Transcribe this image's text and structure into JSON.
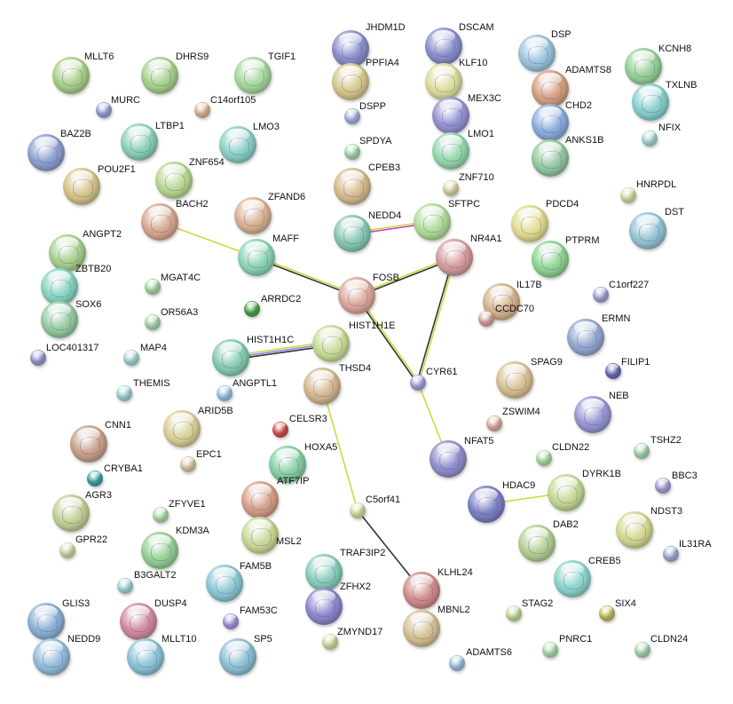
{
  "nodes": [
    {
      "label": "MLLT6",
      "color": "#a8d08a"
    },
    {
      "label": "DHRS9",
      "color": "#a8d08a"
    },
    {
      "label": "TGIF1",
      "color": "#a8d8a0"
    },
    {
      "label": "JHDM1D",
      "color": "#8a90cc"
    },
    {
      "label": "DSCAM",
      "color": "#8a90cc"
    },
    {
      "label": "DSP",
      "color": "#9cc4dc"
    },
    {
      "label": "KCNH8",
      "color": "#96d098"
    },
    {
      "label": "PPFIA4",
      "color": "#d4c88c"
    },
    {
      "label": "KLF10",
      "color": "#dcdc9c"
    },
    {
      "label": "ADAMTS8",
      "color": "#d4a080"
    },
    {
      "label": "TXLNB",
      "color": "#88d0cc"
    },
    {
      "label": "MEX3C",
      "color": "#9494d0"
    },
    {
      "label": "CHD2",
      "color": "#8cacdc"
    },
    {
      "label": "BAZ2B",
      "color": "#8ca0d0"
    },
    {
      "label": "LTBP1",
      "color": "#8cd0b8"
    },
    {
      "label": "LMO3",
      "color": "#8cd0c8"
    },
    {
      "label": "LMO1",
      "color": "#94d8ac"
    },
    {
      "label": "ANKS1B",
      "color": "#94c8a0"
    },
    {
      "label": "POU2F1",
      "color": "#d4c488"
    },
    {
      "label": "ZNF654",
      "color": "#b8d890"
    },
    {
      "label": "CPEB3",
      "color": "#d4bc8c"
    },
    {
      "label": "BACH2",
      "color": "#d8a890"
    },
    {
      "label": "ZFAND6",
      "color": "#d8b494"
    },
    {
      "label": "NEDD4",
      "color": "#88c8b4"
    },
    {
      "label": "SFTPC",
      "color": "#b0dc98"
    },
    {
      "label": "PDCD4",
      "color": "#e0dc90"
    },
    {
      "label": "DST",
      "color": "#94c4d4"
    },
    {
      "label": "ANGPT2",
      "color": "#a8d090"
    },
    {
      "label": "MAFF",
      "color": "#8cd4b4"
    },
    {
      "label": "NR4A1",
      "color": "#d49c9c"
    },
    {
      "label": "PTPRM",
      "color": "#90d494"
    },
    {
      "label": "ZBTB20",
      "color": "#88d4c0"
    },
    {
      "label": "FOSB",
      "color": "#dca89c"
    },
    {
      "label": "IL17B",
      "color": "#d4b48c"
    },
    {
      "label": "SOX6",
      "color": "#94cca0"
    },
    {
      "label": "ERMN",
      "color": "#94a8d0"
    },
    {
      "label": "HIST1H1C",
      "color": "#88ccb0"
    },
    {
      "label": "HIST1H1E",
      "color": "#c8dc98"
    },
    {
      "label": "THSD4",
      "color": "#d4b890"
    },
    {
      "label": "SPAG9",
      "color": "#d8c094"
    },
    {
      "label": "NEB",
      "color": "#9898d4"
    },
    {
      "label": "CNN1",
      "color": "#c8a08c"
    },
    {
      "label": "ARID5B",
      "color": "#d8d094"
    },
    {
      "label": "NFAT5",
      "color": "#9090cc"
    },
    {
      "label": "HOXA5",
      "color": "#88d0a4"
    },
    {
      "label": "HDAC9",
      "color": "#7c80c4"
    },
    {
      "label": "DYRK1B",
      "color": "#c4d894"
    },
    {
      "label": "AGR3",
      "color": "#c0d094"
    },
    {
      "label": "NDST3",
      "color": "#d4d890"
    },
    {
      "label": "KDM3A",
      "color": "#94d094"
    },
    {
      "label": "DAB2",
      "color": "#b4d094"
    },
    {
      "label": "ATF7IP",
      "color": "#d4a088"
    },
    {
      "label": "MSL2",
      "color": "#c8d894"
    },
    {
      "label": "CREB5",
      "color": "#8cd4cc"
    },
    {
      "label": "TRAF3IP2",
      "color": "#88ccbc"
    },
    {
      "label": "ZFHX2",
      "color": "#8c88cc"
    },
    {
      "label": "FAM5B",
      "color": "#8cc8d4"
    },
    {
      "label": "KLHL24",
      "color": "#d08c8c"
    },
    {
      "label": "GLIS3",
      "color": "#8cb0d4"
    },
    {
      "label": "DUSP4",
      "color": "#d08ca0"
    },
    {
      "label": "MBNL2",
      "color": "#d4c094"
    },
    {
      "label": "NEDD9",
      "color": "#94bcdc"
    },
    {
      "label": "MLLT10",
      "color": "#8cc4d4"
    },
    {
      "label": "SP5",
      "color": "#8cc0d4"
    },
    {
      "label": "MURC",
      "color": "#a0a4d8"
    },
    {
      "label": "C14orf105",
      "color": "#e4b894"
    },
    {
      "label": "NFIX",
      "color": "#a8dcdc"
    },
    {
      "label": "DSPP",
      "color": "#a4b8e0"
    },
    {
      "label": "SPDYA",
      "color": "#a8dcb0"
    },
    {
      "label": "ZNF710",
      "color": "#e0d8a8"
    },
    {
      "label": "HNRPDL",
      "color": "#dce0a0"
    },
    {
      "label": "C1orf227",
      "color": "#a4a8e0"
    },
    {
      "label": "MGAT4C",
      "color": "#a8dca8"
    },
    {
      "label": "ARRDC2",
      "color": "#50a850"
    },
    {
      "label": "OR56A3",
      "color": "#a8dcb0"
    },
    {
      "label": "CCDC70",
      "color": "#dca8a0"
    },
    {
      "label": "MAP4",
      "color": "#a8dcdc"
    },
    {
      "label": "FILIP1",
      "color": "#6c70c0"
    },
    {
      "label": "THEMIS",
      "color": "#a8d8dc"
    },
    {
      "label": "ANGPTL1",
      "color": "#a0c8e4"
    },
    {
      "label": "CYR61",
      "color": "#a4a8dc"
    },
    {
      "label": "ZSWIM4",
      "color": "#e0b0a0"
    },
    {
      "label": "CELSR3",
      "color": "#d85050"
    },
    {
      "label": "TSHZ2",
      "color": "#a8dcb0"
    },
    {
      "label": "EPC1",
      "color": "#e0cca4"
    },
    {
      "label": "CLDN22",
      "color": "#b0e0a8"
    },
    {
      "label": "CRYBA1",
      "color": "#40a8a0"
    },
    {
      "label": "BBC3",
      "color": "#a8a4dc"
    },
    {
      "label": "C5orf41",
      "color": "#dce0a8"
    },
    {
      "label": "ZFYVE1",
      "color": "#b0e0a8"
    },
    {
      "label": "GPR22",
      "color": "#d4dca8"
    },
    {
      "label": "IL31RA",
      "color": "#a4acdc"
    },
    {
      "label": "B3GALT2",
      "color": "#a8d8e0"
    },
    {
      "label": "FAM53C",
      "color": "#a898dc"
    },
    {
      "label": "STAG2",
      "color": "#c4e0a0"
    },
    {
      "label": "SIX4",
      "color": "#c8c060"
    },
    {
      "label": "ZMYND17",
      "color": "#d8dca4"
    },
    {
      "label": "PNRC1",
      "color": "#b0e0b0"
    },
    {
      "label": "CLDN24",
      "color": "#a8dcb8"
    },
    {
      "label": "ADAMTS6",
      "color": "#a0c4e4"
    },
    {
      "label": "LOC401317",
      "color": "#9c9cd8"
    }
  ],
  "edges": [
    {
      "from": "BACH2",
      "to": "MAFF",
      "colors": [
        "#c8dc40"
      ]
    },
    {
      "from": "MAFF",
      "to": "FOSB",
      "colors": [
        "#c8dc40",
        "#333333"
      ]
    },
    {
      "from": "NEDD4",
      "to": "SFTPC",
      "colors": [
        "#c8dc40",
        "#d040c8"
      ]
    },
    {
      "from": "FOSB",
      "to": "NR4A1",
      "colors": [
        "#c8dc40",
        "#333333"
      ]
    },
    {
      "from": "NR4A1",
      "to": "CYR61",
      "colors": [
        "#c8dc40",
        "#333333"
      ]
    },
    {
      "from": "FOSB",
      "to": "CYR61",
      "colors": [
        "#c8dc40",
        "#333333"
      ]
    },
    {
      "from": "HIST1H1C",
      "to": "HIST1H1E",
      "colors": [
        "#c8dc40",
        "#8080ff",
        "#333333"
      ]
    },
    {
      "from": "THSD4",
      "to": "C5orf41",
      "colors": [
        "#c8dc40"
      ]
    },
    {
      "from": "C5orf41",
      "to": "KLHL24",
      "colors": [
        "#333333"
      ]
    },
    {
      "from": "CYR61",
      "to": "NFAT5",
      "colors": [
        "#c8dc40"
      ]
    },
    {
      "from": "HDAC9",
      "to": "DYRK1B",
      "colors": [
        "#c8dc40"
      ]
    }
  ]
}
